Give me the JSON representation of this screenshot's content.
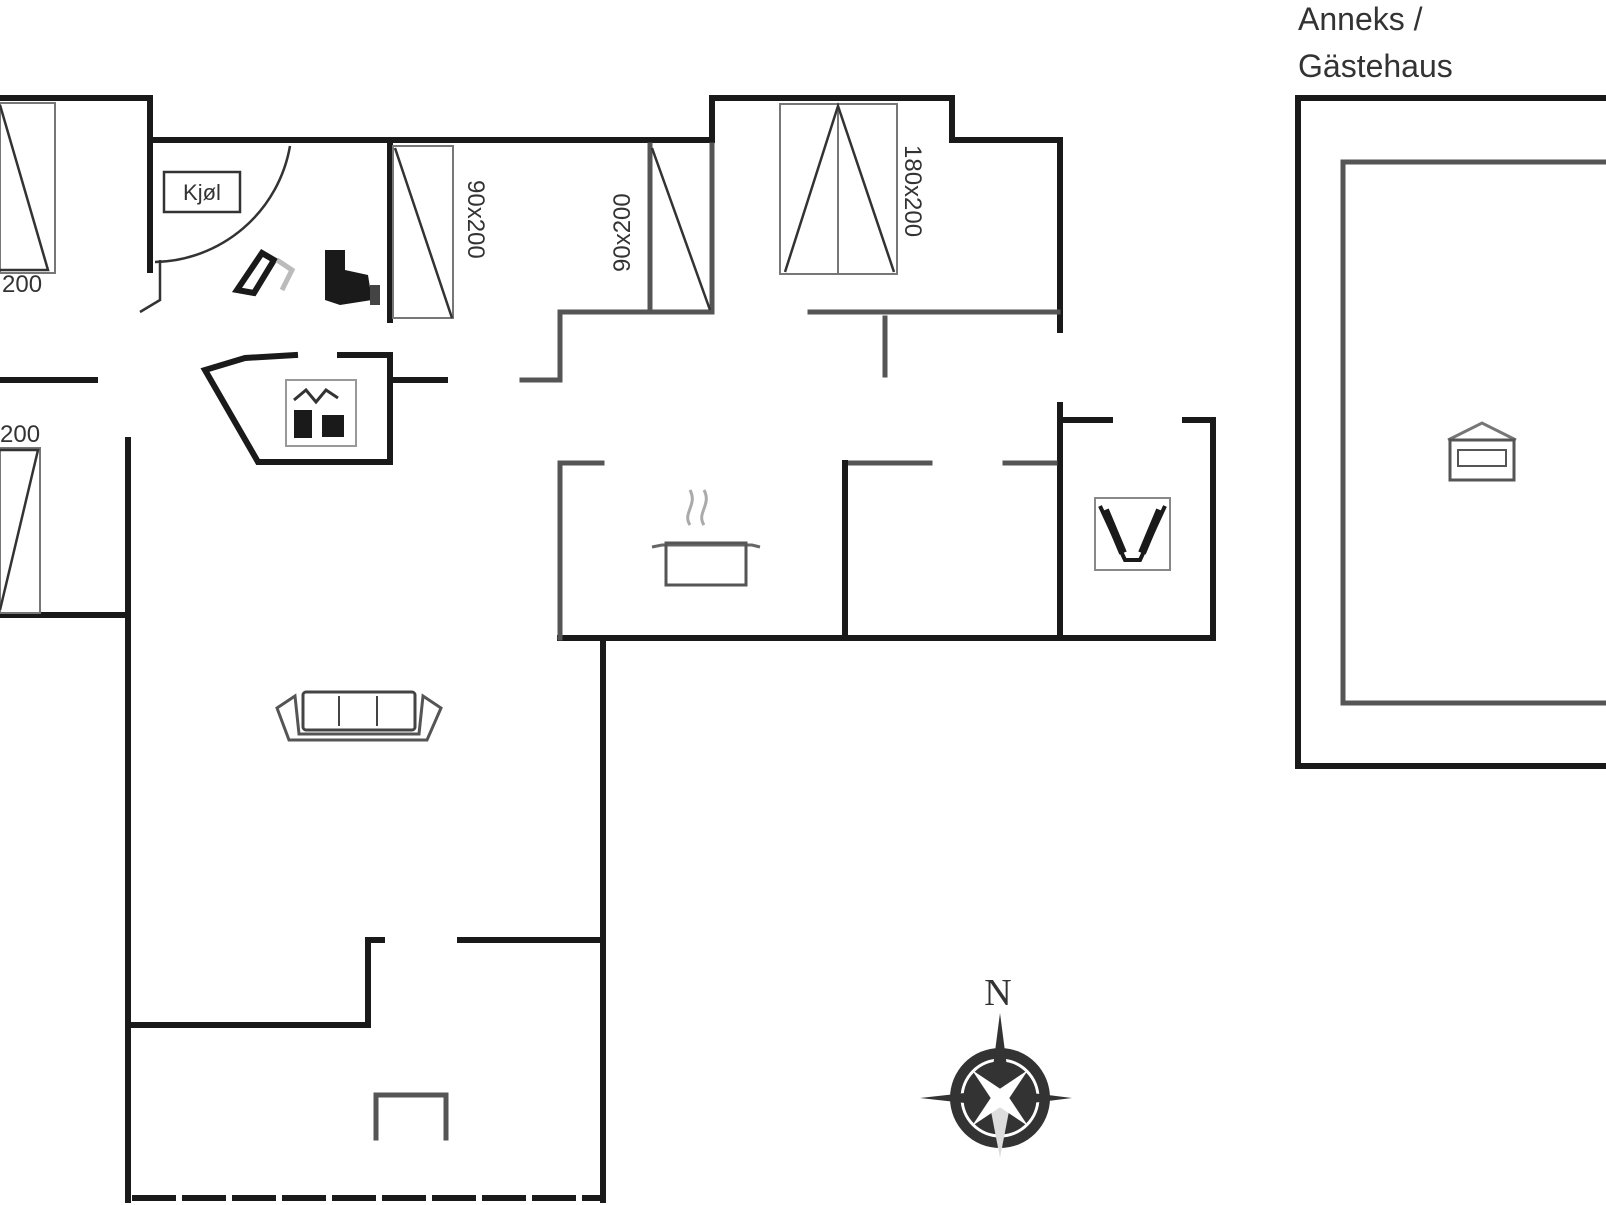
{
  "annex": {
    "line1": "Anneks /",
    "line2": "Gästehaus"
  },
  "bed_dimensions": {
    "top_left": "200",
    "mid_left": "200",
    "bed_a": "90x200",
    "bed_b": "90x200",
    "bed_c": "180x200"
  },
  "storage_label": "Kjøl",
  "compass": {
    "north": "N"
  },
  "symbols": {
    "stove": "cooking-pot-icon",
    "sofa": "sofa-icon",
    "toilet": "toilet-icon",
    "shower": "shower-icon",
    "sauna": "sauna-icon",
    "fireplace": "fireplace-icon",
    "compass": "compass-rose-icon"
  }
}
